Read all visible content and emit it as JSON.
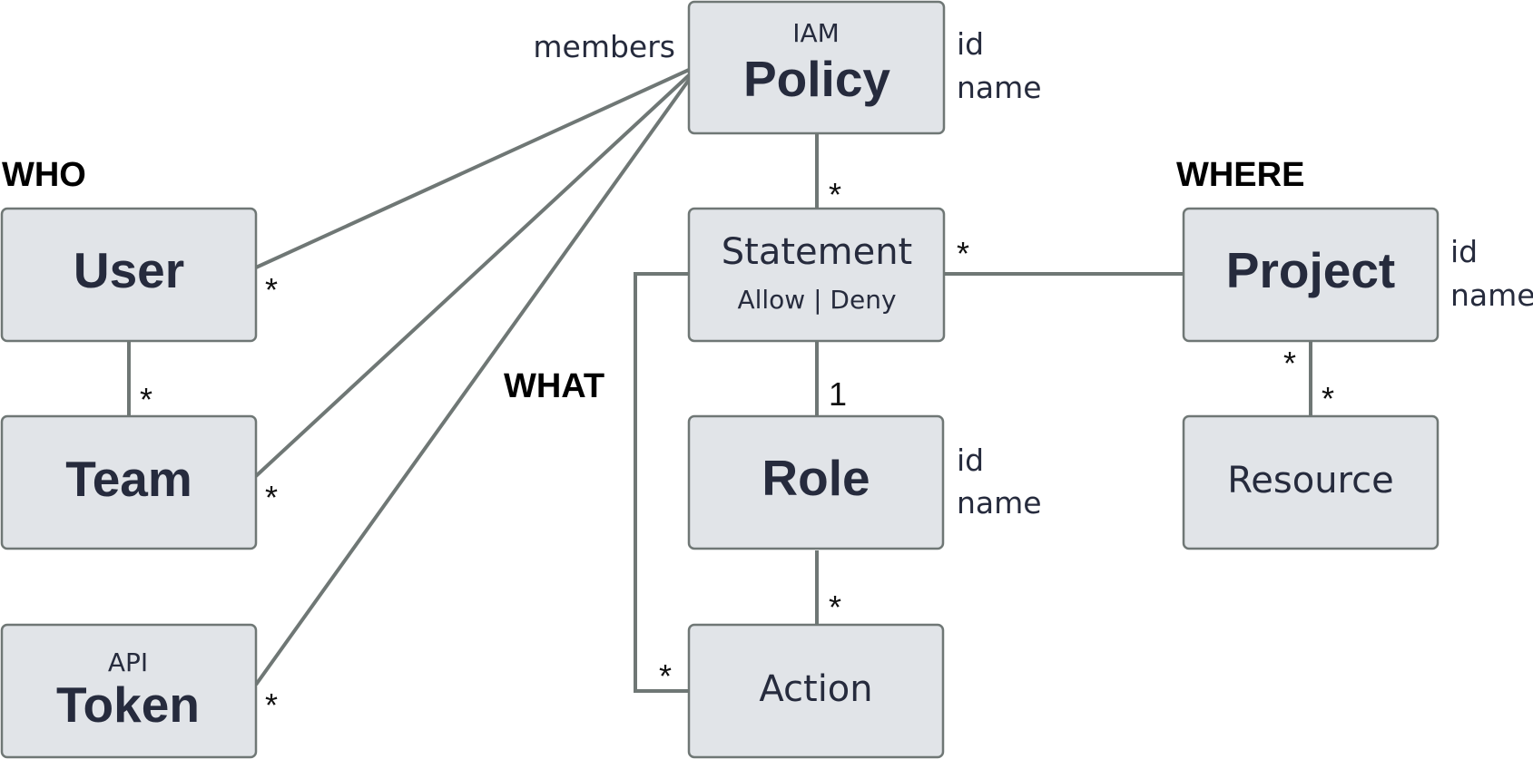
{
  "groups": {
    "who": "WHO",
    "what": "WHAT",
    "where": "WHERE"
  },
  "entities": {
    "policy": {
      "prefix": "IAM",
      "name": "Policy",
      "attributes": [
        "id",
        "name"
      ],
      "label_left": "members"
    },
    "user": {
      "name": "User"
    },
    "team": {
      "name": "Team"
    },
    "token": {
      "prefix": "API",
      "name": "Token"
    },
    "statement": {
      "name": "Statement",
      "subtitle": "Allow | Deny"
    },
    "role": {
      "name": "Role",
      "attributes": [
        "id",
        "name"
      ]
    },
    "action": {
      "name": "Action"
    },
    "project": {
      "name": "Project",
      "attributes": [
        "id",
        "name"
      ]
    },
    "resource": {
      "name": "Resource"
    }
  },
  "multiplicities": {
    "policy_statement": "*",
    "user_policy": "*",
    "user_team": "*",
    "team_policy": "*",
    "token_policy": "*",
    "statement_project": "*",
    "statement_role": "1",
    "role_action": "*",
    "statement_action": "*",
    "project_resource_left": "*",
    "project_resource_right": "*"
  }
}
